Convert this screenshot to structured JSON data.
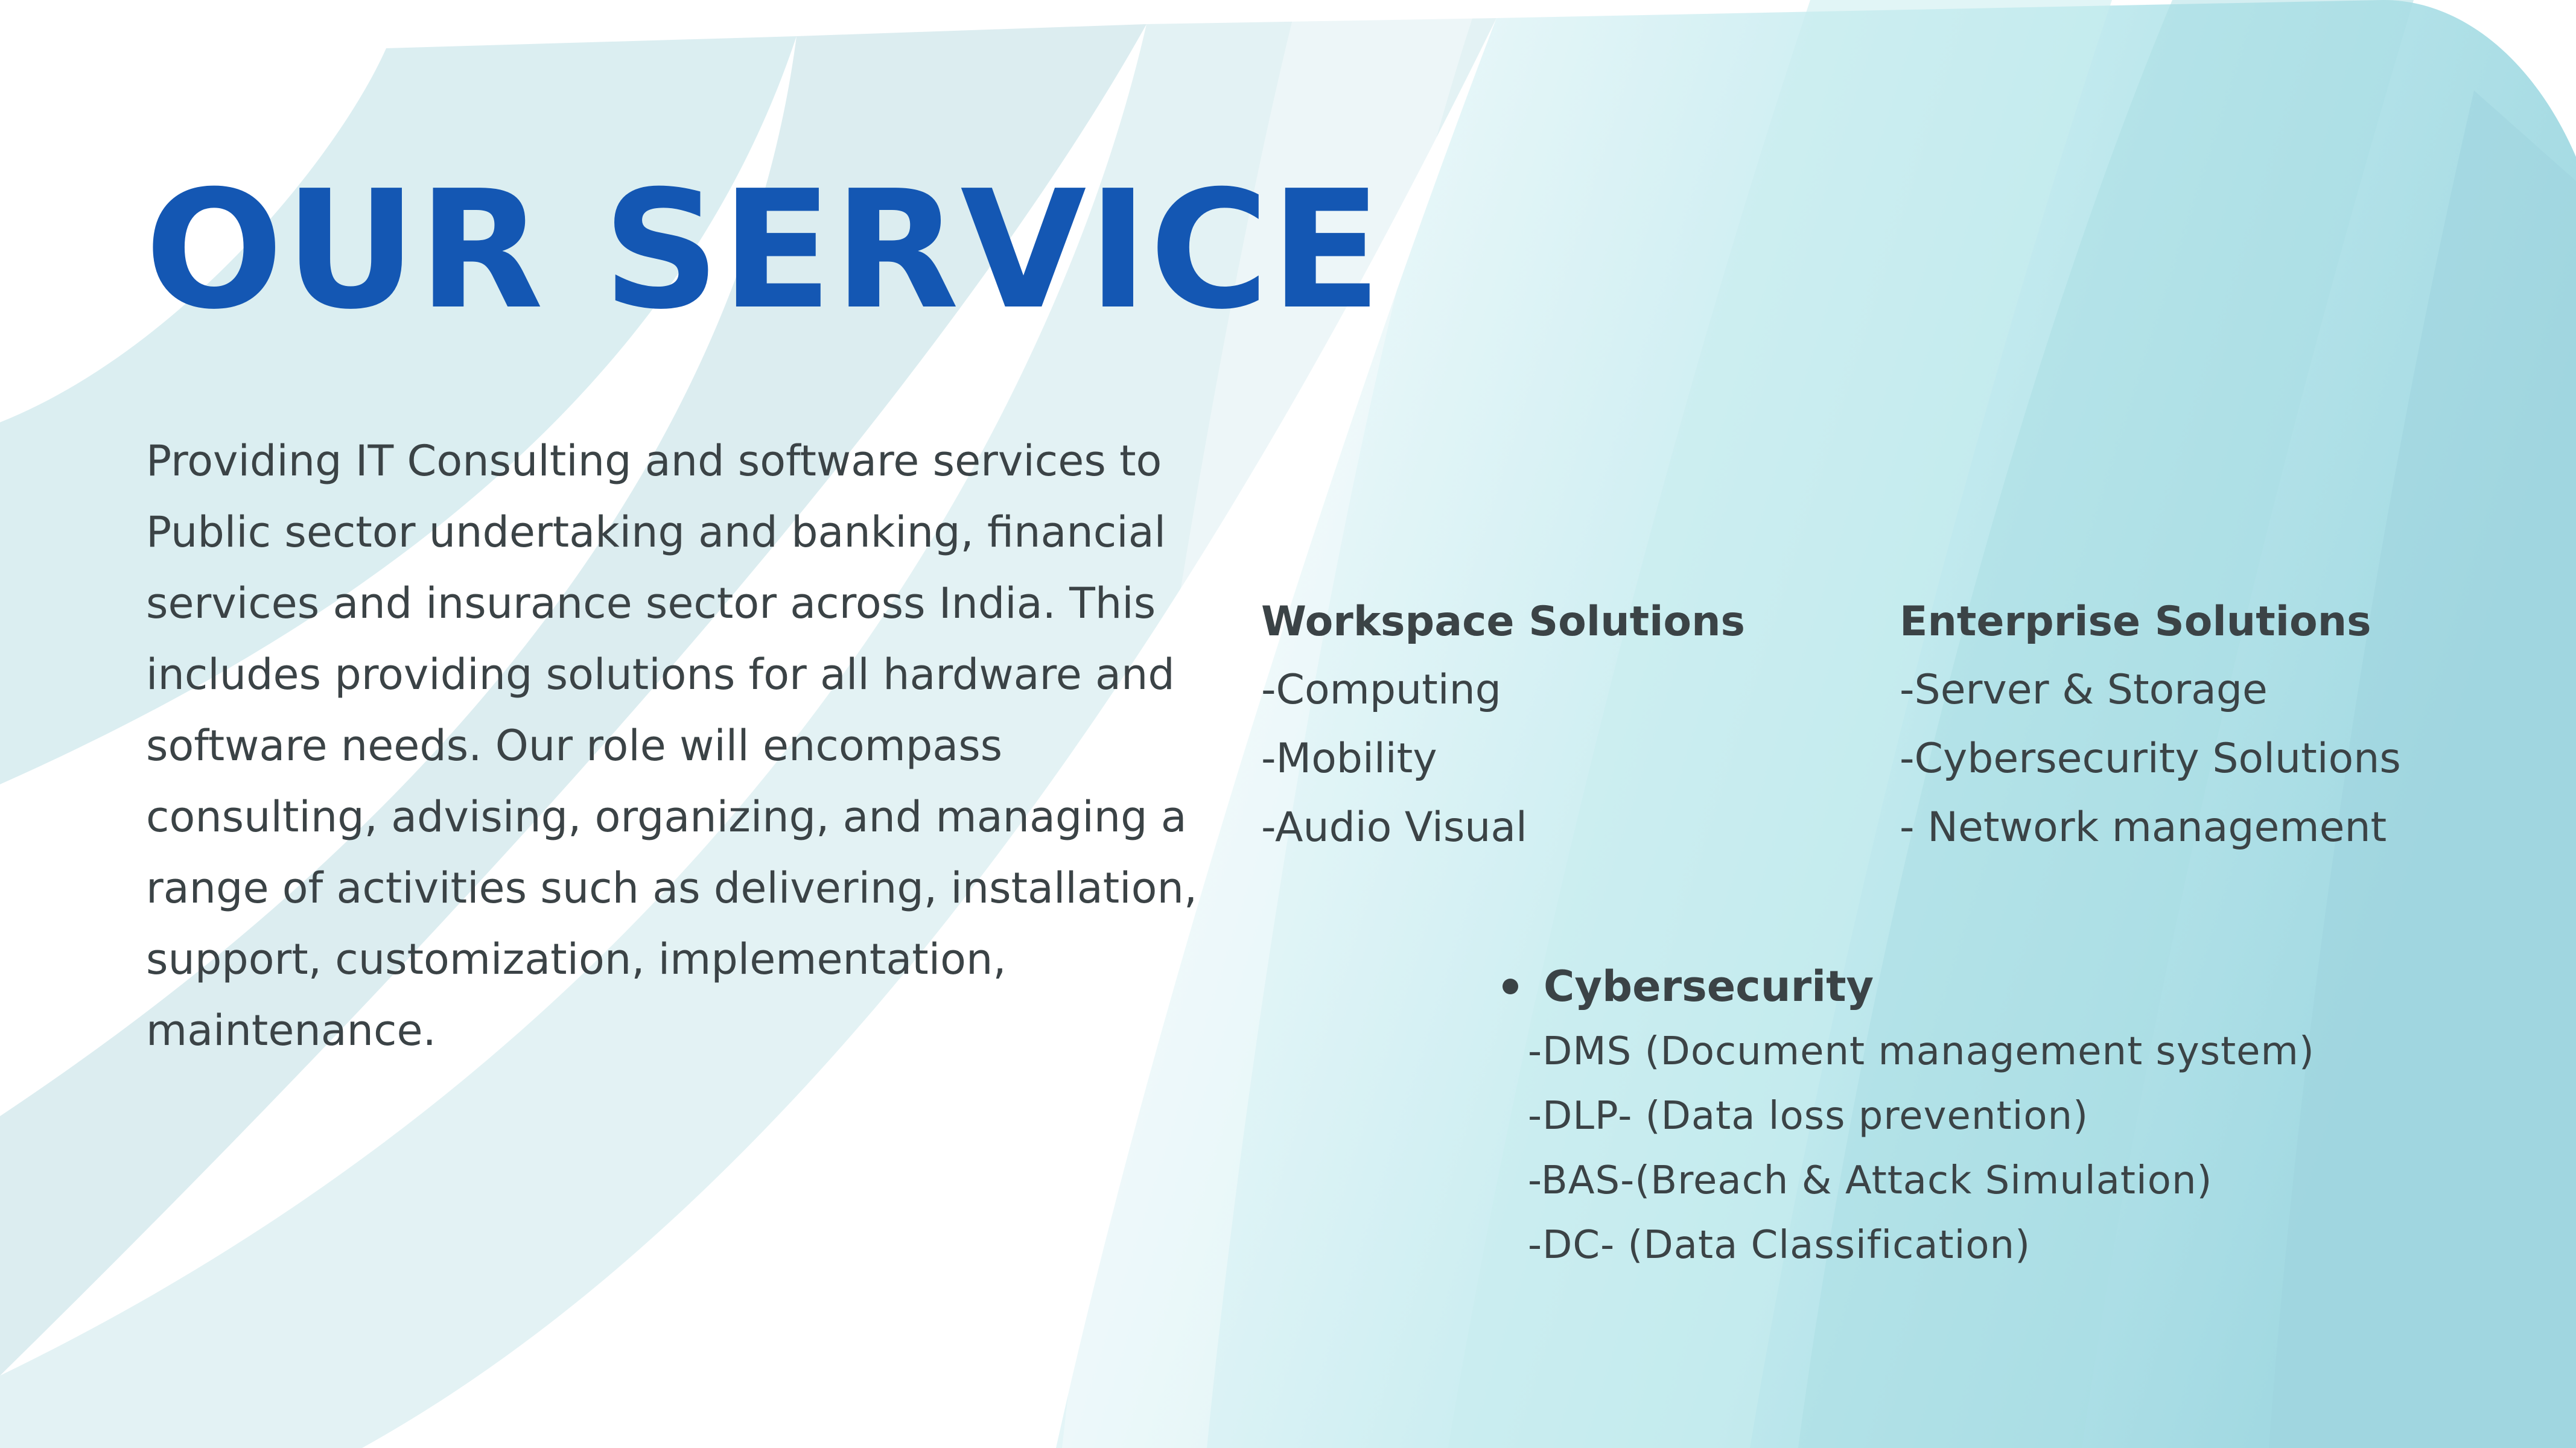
{
  "slide": {
    "title": "OUR SERVICE",
    "description": "Providing IT Consulting and software services to Public sector undertaking and banking, financial services and insurance sector across India. This includes providing solutions for all hardware and software needs. Our role will encompass consulting, advising, organizing, and managing a range of activities such as delivering, installation, support, customization, implementation, maintenance.",
    "workspace": {
      "heading": "Workspace Solutions",
      "items": [
        "-Computing",
        "-Mobility",
        "-Audio Visual"
      ]
    },
    "enterprise": {
      "heading": "Enterprise Solutions",
      "items": [
        "-Server & Storage",
        "-Cybersecurity Solutions",
        "- Network management"
      ]
    },
    "cybersecurity": {
      "heading": "Cybersecurity",
      "items": [
        "-DMS (Document management system)",
        "-DLP- (Data loss prevention)",
        "-BAS-(Breach & Attack Simulation)",
        "-DC- (Data Classification)"
      ]
    }
  },
  "colors": {
    "title": "#1457b3",
    "text": "#3b4346",
    "background_light": "#dcedf0",
    "background_teal": "#a8dde3"
  }
}
